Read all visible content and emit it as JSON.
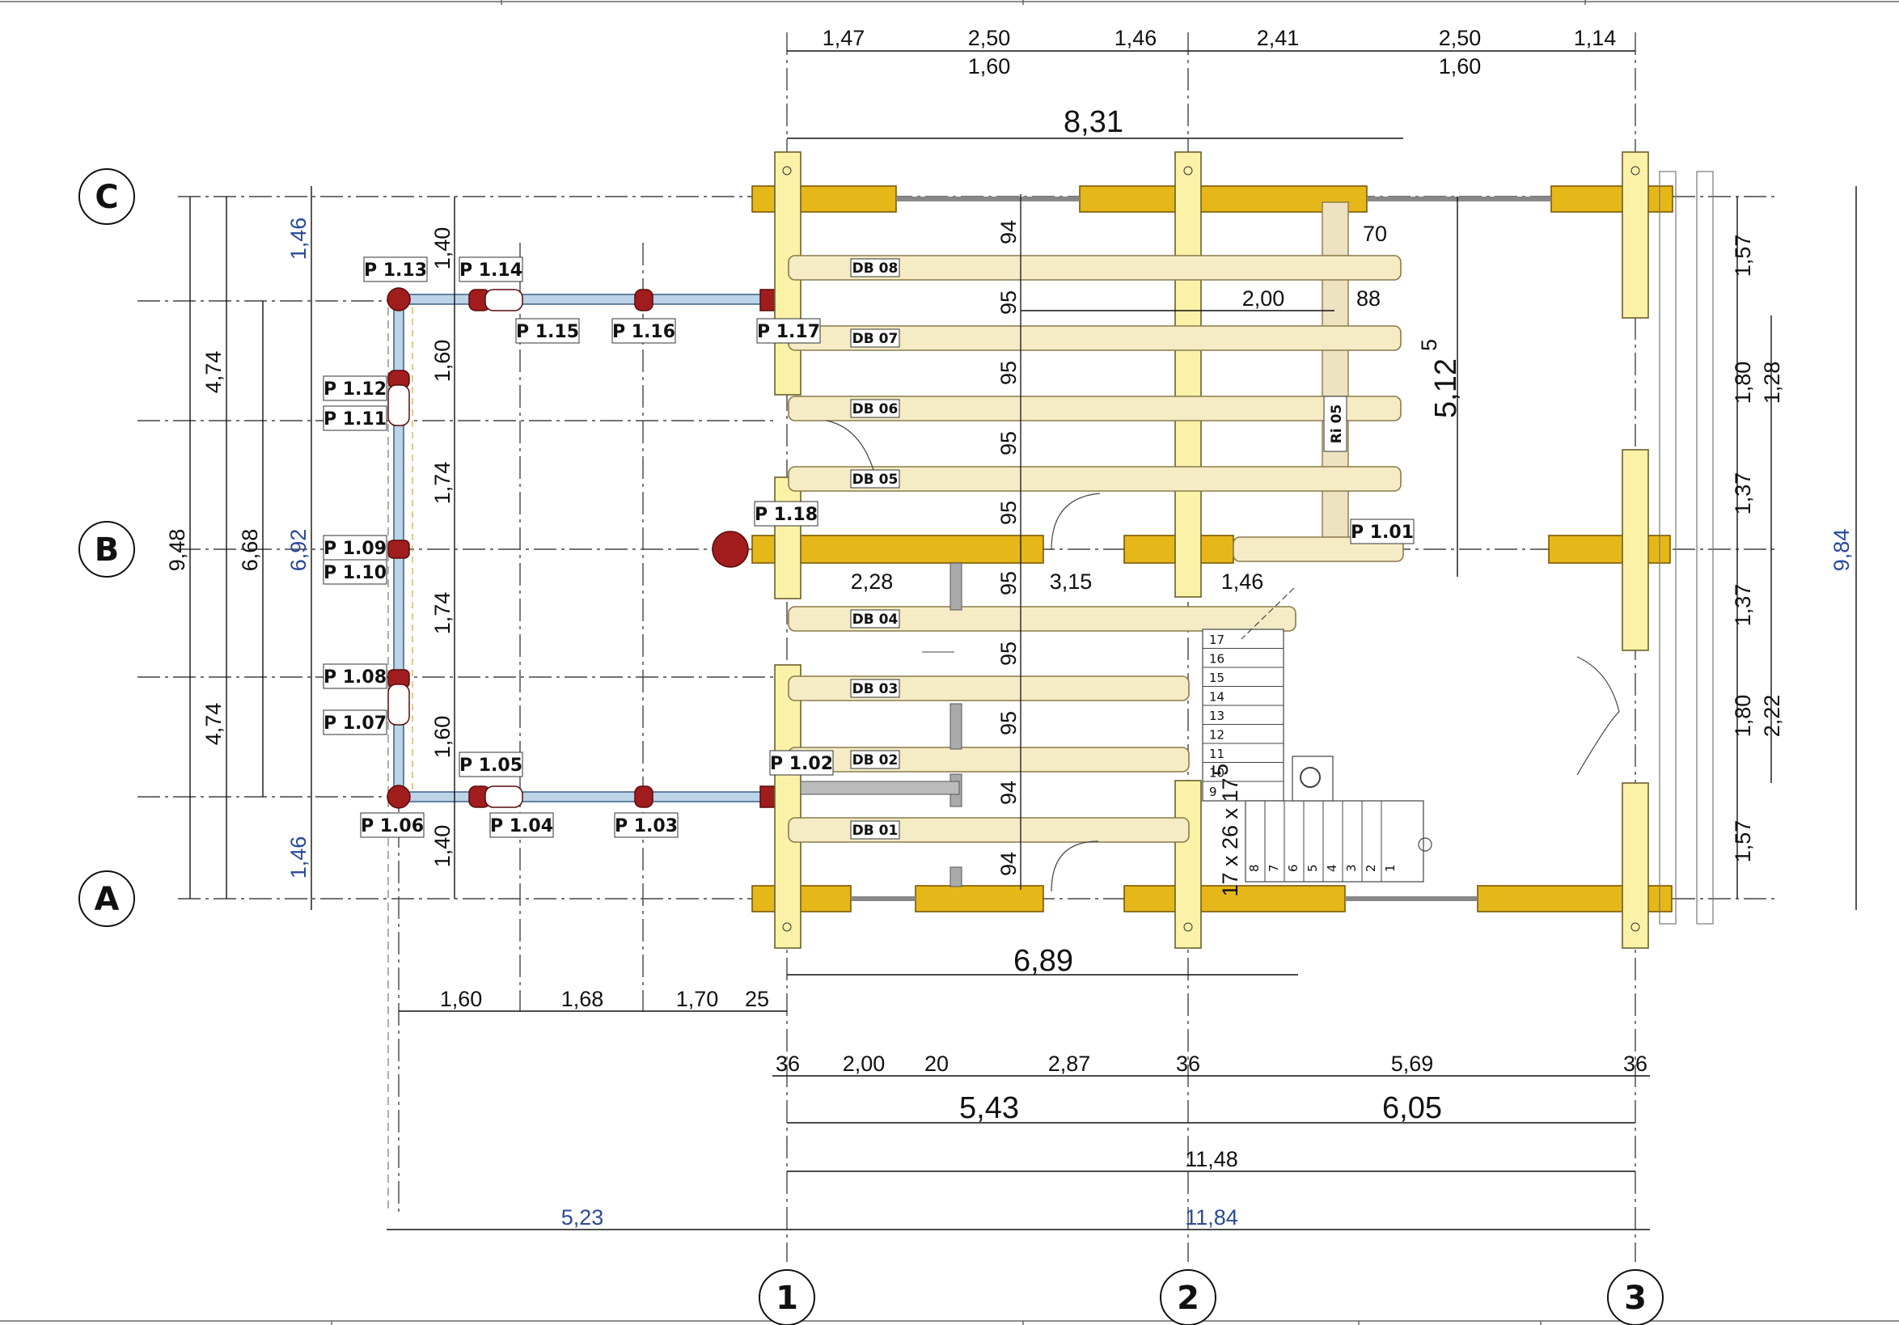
{
  "axes": {
    "rows": [
      "C",
      "B",
      "A"
    ],
    "cols": [
      "1",
      "2",
      "3"
    ]
  },
  "dims_top": {
    "row1": [
      "1,47",
      "2,50",
      "1,46",
      "2,41",
      "2,50",
      "1,14"
    ],
    "row2": [
      "1,60",
      "1,60"
    ],
    "beam_length": "8,31"
  },
  "dims_bottom": {
    "porch": [
      "1,60",
      "1,68",
      "1,70",
      "25"
    ],
    "row1": [
      "36",
      "2,00",
      "20",
      "2,87",
      "36",
      "5,69",
      "36"
    ],
    "row2": [
      "5,43",
      "6,05"
    ],
    "total_inner": "11,48",
    "total_left": "5,23",
    "total_right": "11,84",
    "stair_length": "6,89"
  },
  "dims_left": {
    "outer": [
      "1,46",
      "6,92",
      "1,46"
    ],
    "mid": [
      "6,68"
    ],
    "pair": [
      "4,74",
      "9,48",
      "4,74"
    ],
    "porch": [
      "1,40",
      "1,60",
      "1,74",
      "1,74",
      "1,60",
      "1,40"
    ]
  },
  "dims_right": {
    "inner": [
      "1,57",
      "1,80",
      "1,37",
      "1,37",
      "1,80",
      "1,57"
    ],
    "outer": [
      "1,28",
      "2,22"
    ],
    "total": "9,84"
  },
  "dims_interior": {
    "spacing": [
      "94",
      "95",
      "95",
      "95",
      "95",
      "95",
      "95",
      "95",
      "94"
    ],
    "ridge_a": "70",
    "ridge_b": "2,00",
    "ridge_c": "88",
    "height_main": "5,12",
    "height_sup": "5",
    "row_b": [
      "2,28",
      "3,15",
      "1,46"
    ],
    "stair_spec": "17 x 26 x 17",
    "stair_spec_sup": "5"
  },
  "beams": [
    "DB 08",
    "DB 07",
    "DB 06",
    "DB 05",
    "DB 04",
    "DB 03",
    "DB 02",
    "DB 01"
  ],
  "ridge_label": "Ri 05",
  "posts": {
    "p101": "P 1.01",
    "p102": "P 1.02",
    "p103": "P 1.03",
    "p104": "P 1.04",
    "p105": "P 1.05",
    "p106": "P 1.06",
    "p107": "P 1.07",
    "p108": "P 1.08",
    "p109": "P 1.09",
    "p110": "P 1.10",
    "p111": "P 1.11",
    "p112": "P 1.12",
    "p113": "P 1.13",
    "p114": "P 1.14",
    "p115": "P 1.15",
    "p116": "P 1.16",
    "p117": "P 1.17",
    "p118": "P 1.18"
  },
  "stairs": {
    "upper": [
      "17",
      "16",
      "15",
      "14",
      "13",
      "12",
      "11",
      "10",
      "9"
    ],
    "lower": [
      "8",
      "7",
      "6",
      "5",
      "4",
      "3",
      "2",
      "1"
    ]
  },
  "colors": {
    "wall": "#e6b719",
    "post": "#fbf2a8",
    "log": "#f5ecc6",
    "node": "#a11d1d",
    "blue_dim": "#2a4a9a"
  }
}
